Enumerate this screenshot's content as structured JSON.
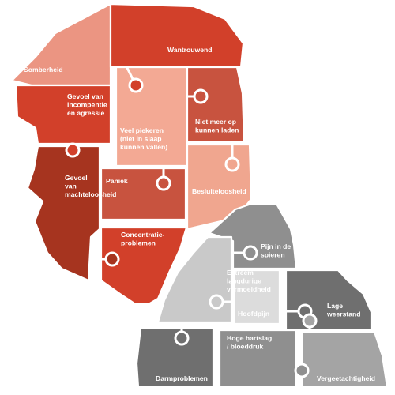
{
  "colors": {
    "darkred": "#a6341f",
    "red": "#d2402a",
    "midred": "#c8533f",
    "salmon": "#eb9582",
    "peach": "#f3a994",
    "lightsalmon": "#f0a68f",
    "darkgray": "#6f6f6f",
    "gray": "#8f8f8f",
    "midgray": "#a4a4a4",
    "lightgray": "#c9c9c9",
    "palegray": "#dcdcdc"
  },
  "pieces": [
    {
      "id": "somberheid",
      "lines": [
        "Somberheid"
      ],
      "color": "salmon"
    },
    {
      "id": "wantrouwend",
      "lines": [
        "Wantrouwend"
      ],
      "color": "red"
    },
    {
      "id": "gevoel-incompetentie",
      "lines": [
        "Gevoel van",
        "incompentie",
        "en agressie"
      ],
      "color": "red"
    },
    {
      "id": "veel-piekeren",
      "lines": [
        "Veel piekeren",
        "(niet in slaap",
        "kunnen vallen)"
      ],
      "color": "peach"
    },
    {
      "id": "niet-meer-opladen",
      "lines": [
        "Niet meer op",
        "kunnen laden"
      ],
      "color": "midred"
    },
    {
      "id": "machteloosheid",
      "lines": [
        "Gevoel",
        "van",
        "machteloosheid"
      ],
      "color": "darkred"
    },
    {
      "id": "paniek",
      "lines": [
        "Paniek"
      ],
      "color": "midred"
    },
    {
      "id": "besluiteloosheid",
      "lines": [
        "Besluiteloosheid"
      ],
      "color": "lightsalmon"
    },
    {
      "id": "concentratie",
      "lines": [
        "Concentratie-",
        "problemen"
      ],
      "color": "red"
    },
    {
      "id": "pijn-spieren",
      "lines": [
        "Pijn in de",
        "spieren"
      ],
      "color": "gray"
    },
    {
      "id": "vermoeidheid",
      "lines": [
        "Extreem",
        "langdurige",
        "vermoeidheid"
      ],
      "color": "lightgray"
    },
    {
      "id": "hoofdpijn",
      "lines": [
        "Hoofdpijn"
      ],
      "color": "palegray"
    },
    {
      "id": "lage-weerstand",
      "lines": [
        "Lage",
        "weerstand"
      ],
      "color": "darkgray"
    },
    {
      "id": "darmproblemen",
      "lines": [
        "Darmproblemen"
      ],
      "color": "darkgray"
    },
    {
      "id": "hoge-hartslag",
      "lines": [
        "Hoge hartslag",
        "/ bloeddruk"
      ],
      "color": "gray"
    },
    {
      "id": "vergeetachtigheid",
      "lines": [
        "Vergeetachtigheid"
      ],
      "color": "midgray"
    }
  ]
}
